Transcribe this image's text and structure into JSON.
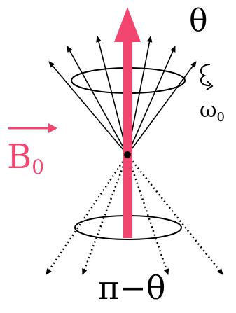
{
  "labels": {
    "theta": "θ",
    "omega_main": "ω",
    "omega_sub": "0",
    "field_main": "B",
    "field_sub": "0",
    "pi_theta": "π−θ"
  },
  "colors": {
    "field": "#f2456f",
    "lines": "#000000",
    "background": "#ffffff"
  }
}
